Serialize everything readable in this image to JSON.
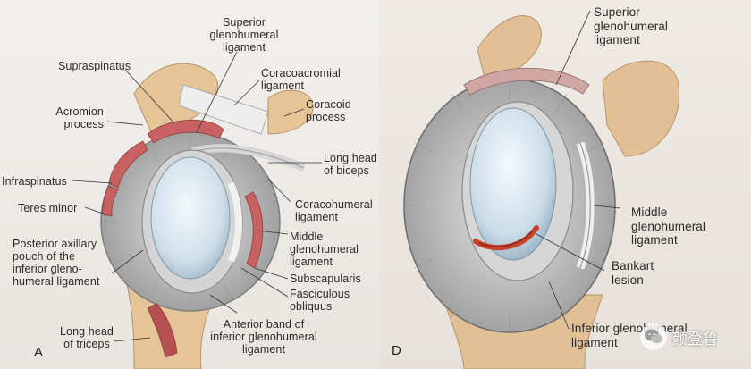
{
  "panel_a": {
    "letter": "A",
    "labels": {
      "superior_gh": "Superior\nglenohumeral\nligament",
      "supraspinatus": "Supraspinatus",
      "coracoacromial": "Coracoacromial\nligament",
      "acromion": "Acromion\nprocess",
      "coracoid": "Coracoid\nprocess",
      "long_head_biceps": "Long head\nof biceps",
      "infraspinatus": "Infraspinatus",
      "teres_minor": "Teres minor",
      "coracohumeral": "Coracohumeral\nligament",
      "posterior_pouch": "Posterior axillary\npouch of the\ninferior gleno-\nhumeral ligament",
      "middle_gh": "Middle\nglenohumeral\nligament",
      "subscapularis": "Subscapularis",
      "fasciculous": "Fasciculous\nobliquus",
      "long_head_triceps": "Long head\nof triceps",
      "anterior_band": "Anterior band of\ninferior glenohumeral\nligament"
    }
  },
  "panel_d": {
    "letter": "D",
    "labels": {
      "superior_gh": "Superior\nglenohumeral\nligament",
      "middle_gh": "Middle\nglenohumeral\nligament",
      "bankart": "Bankart\nlesion",
      "inferior_gh": "Inferior glenohumeral\nligament"
    }
  },
  "watermark": {
    "text": "颜登鲁",
    "icon": "wechat-icon"
  },
  "colors": {
    "glenoid": "#cfe0ea",
    "labrum": "#d8d8d8",
    "muscle": "#c95a5a",
    "bone": "#e8c79e",
    "lesion": "#c9412a"
  }
}
